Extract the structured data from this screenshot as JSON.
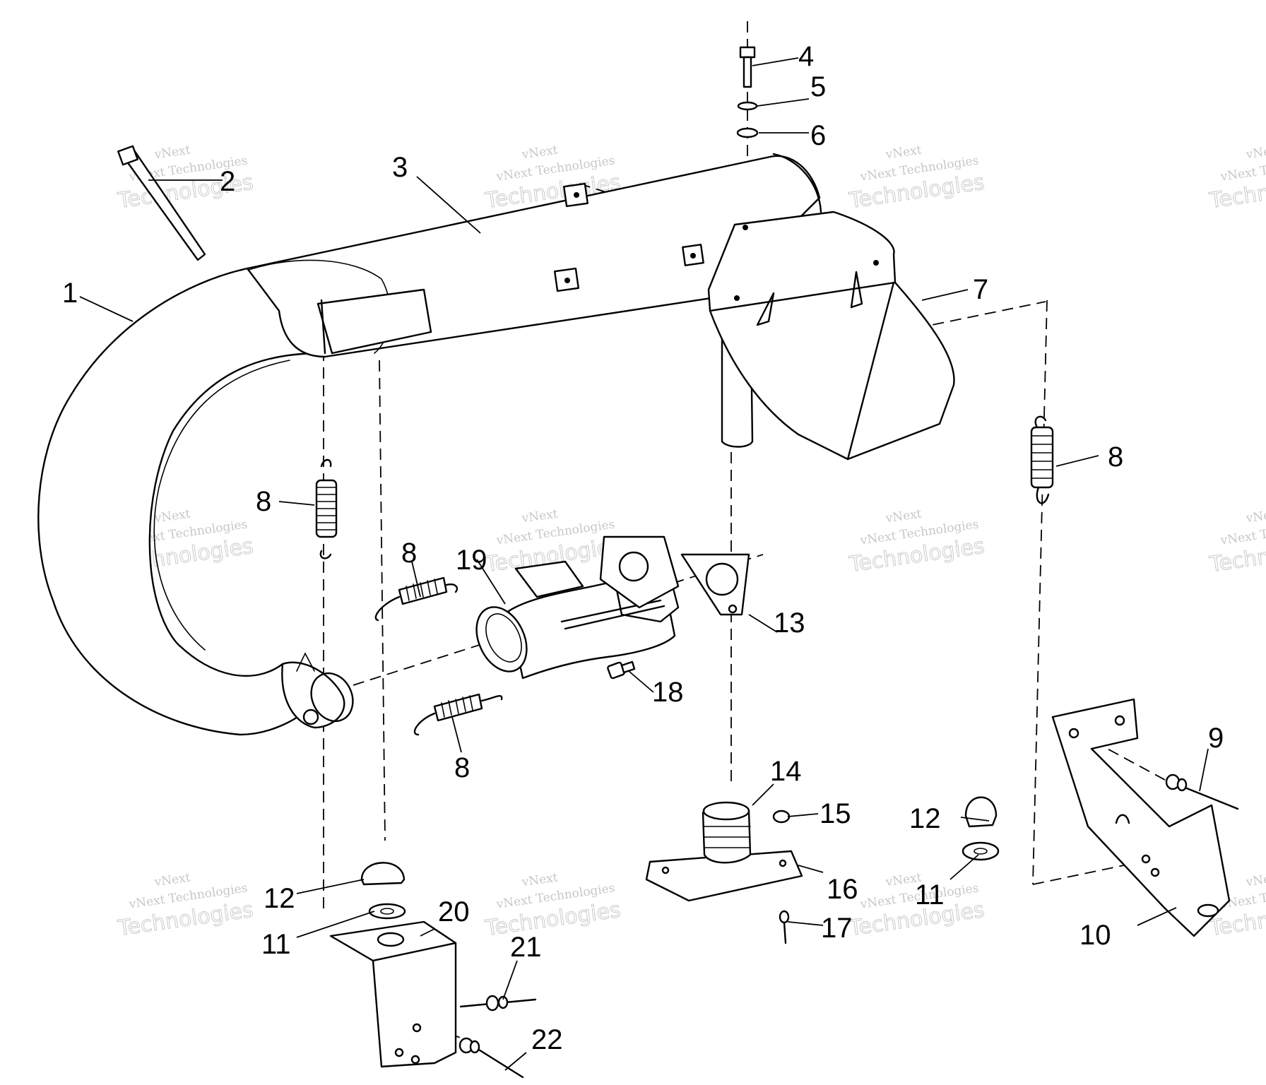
{
  "diagram": {
    "watermark_line1": "vNext",
    "watermark_line2": "vNext Technologies",
    "watermark_line3": "Technologies",
    "callouts": [
      {
        "id": "c1",
        "label": "1"
      },
      {
        "id": "c2",
        "label": "2"
      },
      {
        "id": "c3",
        "label": "3"
      },
      {
        "id": "c4",
        "label": "4"
      },
      {
        "id": "c5",
        "label": "5"
      },
      {
        "id": "c6",
        "label": "6"
      },
      {
        "id": "c7",
        "label": "7"
      },
      {
        "id": "c8a",
        "label": "8"
      },
      {
        "id": "c8b",
        "label": "8"
      },
      {
        "id": "c8c",
        "label": "8"
      },
      {
        "id": "c8d",
        "label": "8"
      },
      {
        "id": "c9",
        "label": "9"
      },
      {
        "id": "c10",
        "label": "10"
      },
      {
        "id": "c11a",
        "label": "11"
      },
      {
        "id": "c11b",
        "label": "11"
      },
      {
        "id": "c12a",
        "label": "12"
      },
      {
        "id": "c12b",
        "label": "12"
      },
      {
        "id": "c13",
        "label": "13"
      },
      {
        "id": "c14",
        "label": "14"
      },
      {
        "id": "c15",
        "label": "15"
      },
      {
        "id": "c16",
        "label": "16"
      },
      {
        "id": "c17",
        "label": "17"
      },
      {
        "id": "c18",
        "label": "18"
      },
      {
        "id": "c19",
        "label": "19"
      },
      {
        "id": "c20",
        "label": "20"
      },
      {
        "id": "c21",
        "label": "21"
      },
      {
        "id": "c22",
        "label": "22"
      }
    ]
  }
}
